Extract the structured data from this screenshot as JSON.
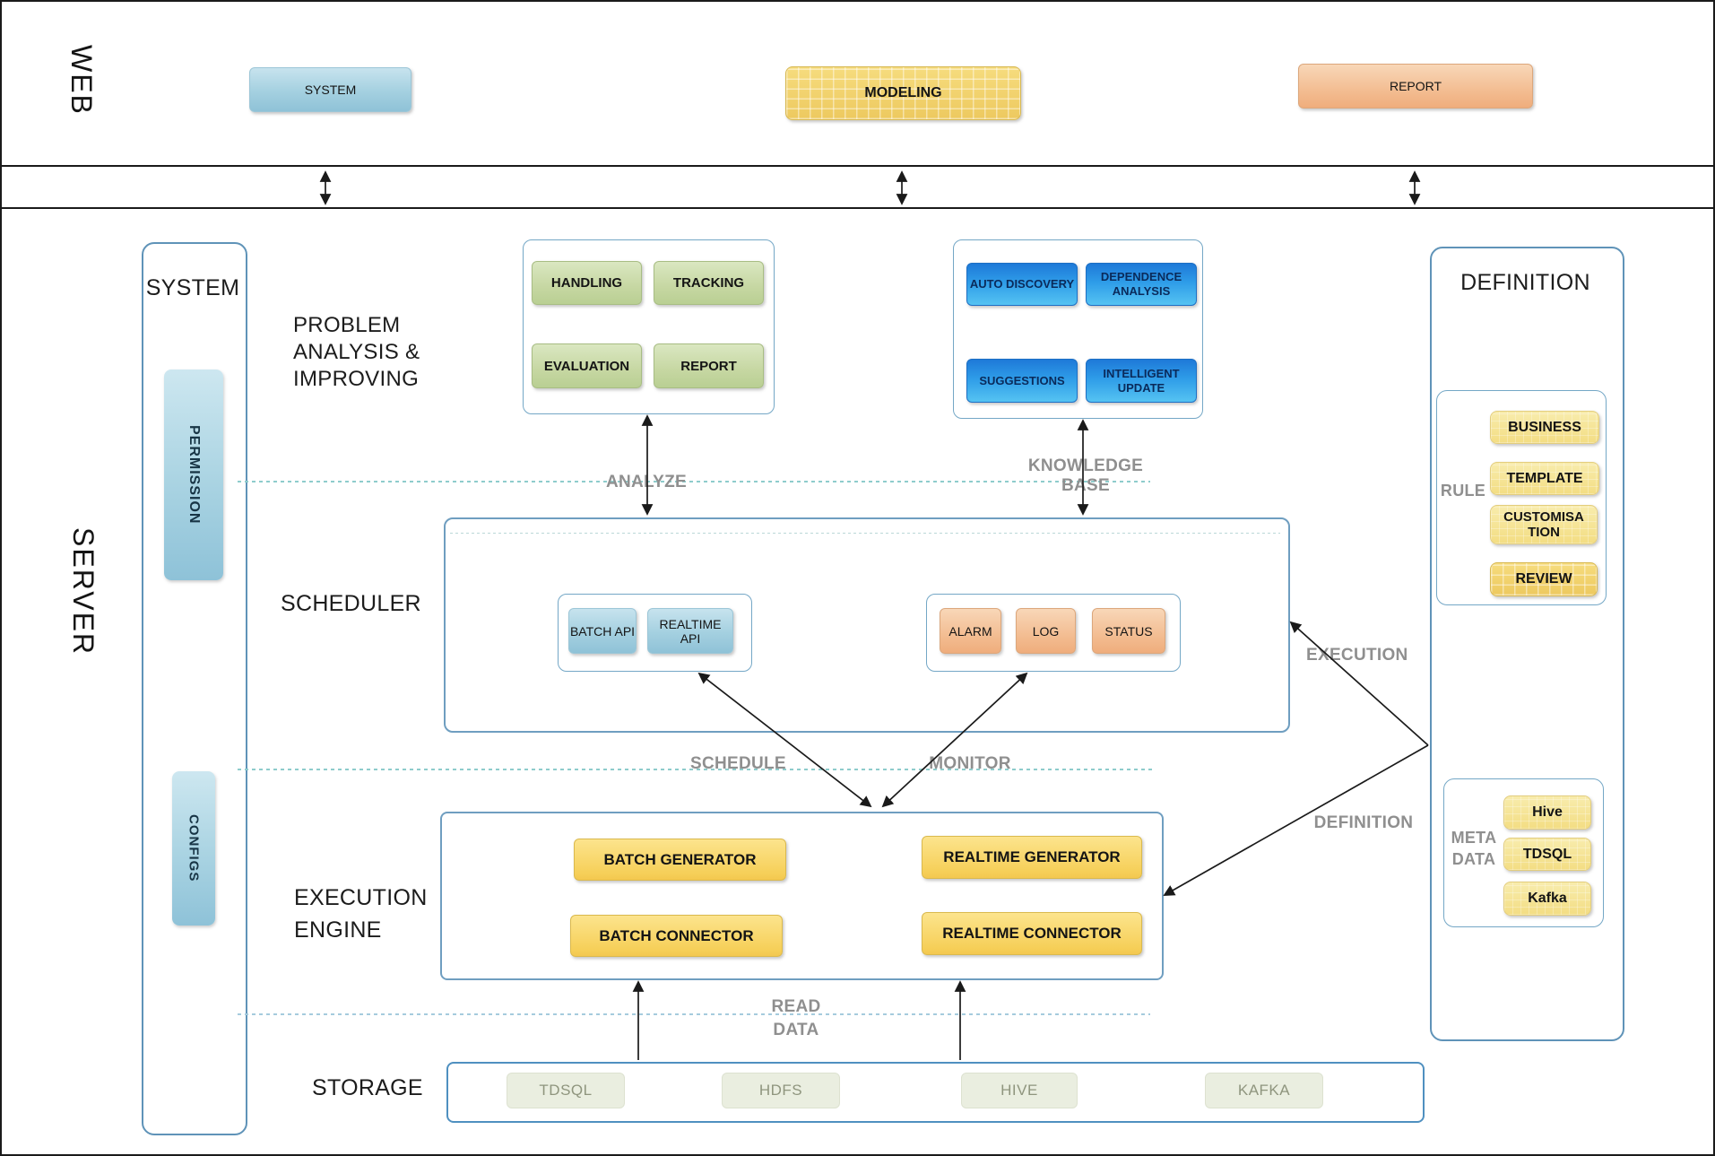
{
  "web": {
    "label": "WEB",
    "system_button": "SYSTEM",
    "modeling_button": "MODELING",
    "report_button": "REPORT"
  },
  "server": {
    "label": "SERVER"
  },
  "sidebar": {
    "title": "SYSTEM",
    "permission": "PERMISSION",
    "configs": "CONFIGS"
  },
  "problem_analysis": {
    "title": "PROBLEM ANALYSIS & IMPROVING",
    "handling": "HANDLING",
    "tracking": "TRACKING",
    "evaluation": "EVALUATION",
    "report": "REPORT"
  },
  "knowledge_module": {
    "auto_discovery": "AUTO DISCOVERY",
    "dependence_analysis": "DEPENDENCE ANALYSIS",
    "suggestions": "SUGGESTIONS",
    "intelligent_update": "INTELLIGENT UPDATE"
  },
  "definition_panel": {
    "title": "DEFINITION",
    "rule": {
      "label": "RULE",
      "business": "BUSINESS",
      "template": "TEMPLATE",
      "customisation": "CUSTOMISATION",
      "review": "REVIEW"
    },
    "metadata": {
      "label": "META DATA",
      "hive": "Hive",
      "tdsql": "TDSQL",
      "kafka": "Kafka"
    }
  },
  "scheduler": {
    "title": "SCHEDULER",
    "batch_api": "BATCH API",
    "realtime_api": "REALTIME API",
    "alarm": "ALARM",
    "log": "LOG",
    "status": "STATUS"
  },
  "execution_engine": {
    "title": "EXECUTION ENGINE",
    "batch_generator": "BATCH GENERATOR",
    "batch_connector": "BATCH CONNECTOR",
    "realtime_generator": "REALTIME GENERATOR",
    "realtime_connector": "REALTIME CONNECTOR"
  },
  "storage": {
    "title": "STORAGE",
    "tdsql": "TDSQL",
    "hdfs": "HDFS",
    "hive": "HIVE",
    "kafka": "KAFKA"
  },
  "flow_labels": {
    "analyze": "ANALYZE",
    "knowledge_base": "KNOWLEDGE BASE",
    "schedule": "SCHEDULE",
    "monitor": "MONITOR",
    "execution": "EXECUTION",
    "definition": "DEFINITION",
    "read_data": "READ DATA"
  },
  "colors": {
    "frame": "#1a1a1a",
    "panel_border": "#5f93b8",
    "gray_label": "#8f8f8f",
    "blue_button": "#2e9ce8",
    "light_blue_button": "#a9d3e2",
    "orange_button": "#f2b98d",
    "green_button": "#c8d9a4",
    "yellow_button": "#f6d468",
    "storage_chip": "#eaeee0",
    "dashed_line": "#8ecccc"
  }
}
